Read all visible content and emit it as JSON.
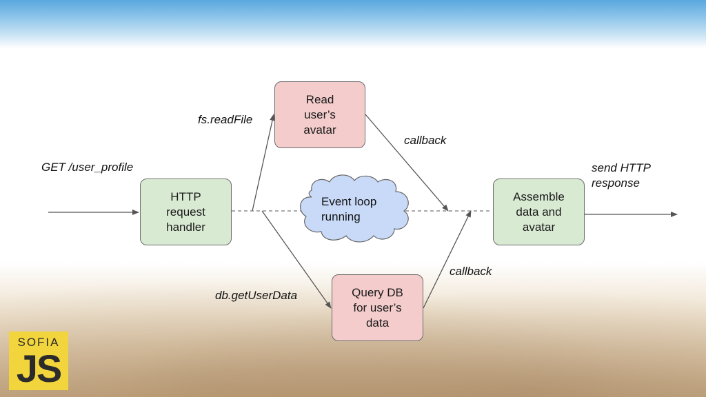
{
  "diagram": {
    "nodes": {
      "http_handler": "HTTP\nrequest\nhandler",
      "read_avatar": "Read\nuser’s\navatar",
      "query_db": "Query DB\nfor user’s\ndata",
      "assemble": "Assemble\ndata and\navatar",
      "event_loop": "Event loop\nrunning"
    },
    "edge_labels": {
      "get_request": "GET /user_profile",
      "fs_readfile": "fs.readFile",
      "db_getuserdata": "db.getUserData",
      "callback_top": "callback",
      "callback_bottom": "callback",
      "send_response": "send HTTP\nresponse"
    },
    "colors": {
      "process_fill": "#d9ead3",
      "io_fill": "#f4cccc",
      "cloud_fill": "#c9daf8"
    }
  },
  "logo": {
    "top": "SOFIA",
    "main": "JS"
  }
}
